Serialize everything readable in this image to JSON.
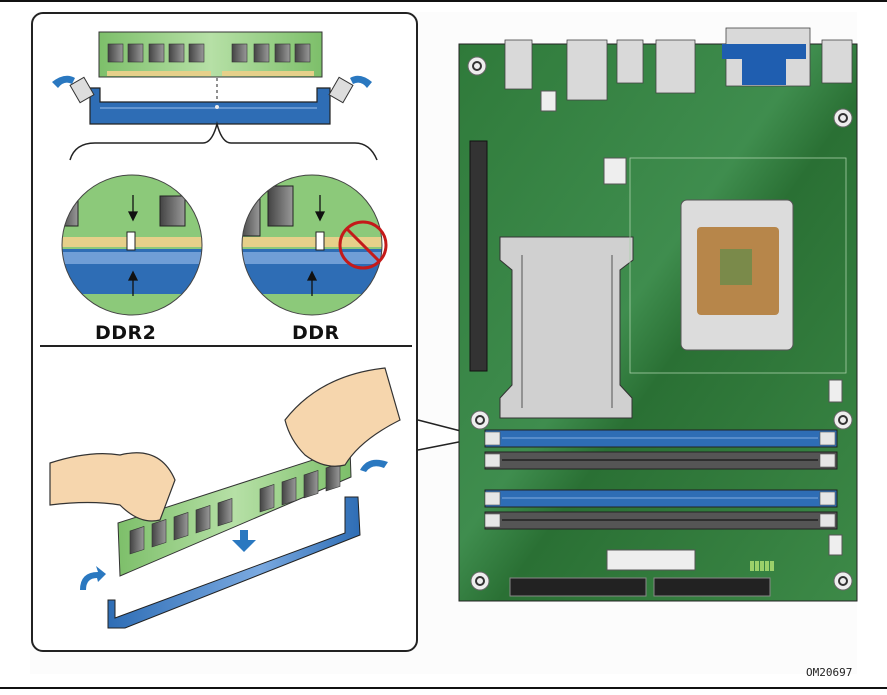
{
  "figure": {
    "id_label": "OM20697",
    "labels": {
      "ddr2": "DDR2",
      "ddr": "DDR"
    },
    "colors": {
      "dimm_green": "#8cc97a",
      "slot_blue": "#2e6db5",
      "arrow_blue": "#2a78c0",
      "board_green": "#2f7a3a",
      "prohibit_red": "#c41a1a",
      "skin": "#f6d6ad"
    },
    "sections": [
      {
        "name": "key-alignment",
        "description": "DIMM notch aligned with slot key"
      },
      {
        "name": "notch-comparison",
        "items": [
          "DDR2",
          "DDR"
        ]
      },
      {
        "name": "installation",
        "description": "Insert DIMM into slot, latches close"
      },
      {
        "name": "board-view",
        "description": "Desktop board with four DIMM slots"
      }
    ]
  }
}
